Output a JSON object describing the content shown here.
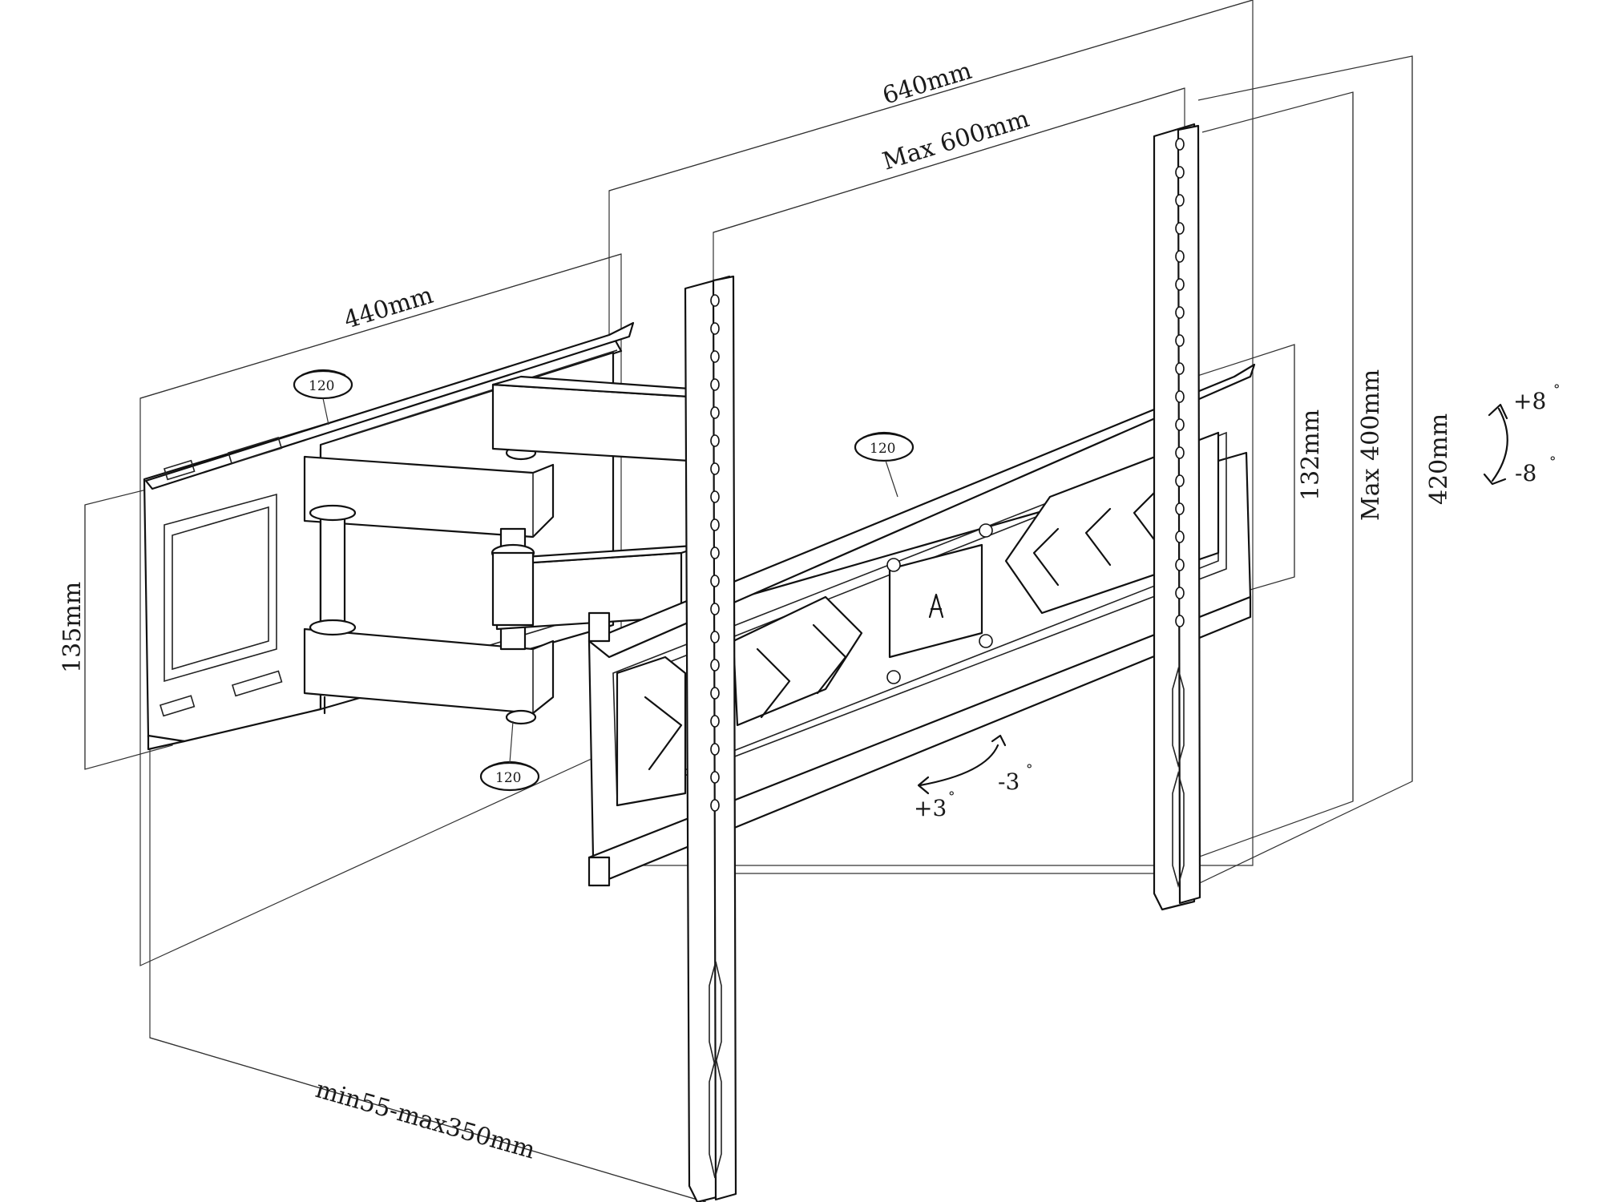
{
  "dimensions": {
    "total_width": "640mm",
    "max_width": "Max 600mm",
    "wall_plate_width": "440mm",
    "wall_plate_height": "135mm",
    "arm_height": "132mm",
    "max_height": "Max 400mm",
    "total_height": "420mm",
    "extension": "min55-max350mm"
  },
  "tilt": {
    "up": "+8",
    "down": "-8",
    "unit": "°"
  },
  "level": {
    "plus": "+3",
    "minus": "-3",
    "unit": "°"
  },
  "swivel_badges": [
    {
      "value": "120"
    },
    {
      "value": "120"
    },
    {
      "value": "120"
    }
  ],
  "colors": {
    "line": "#111111",
    "guide": "#333333",
    "background": "#ffffff"
  }
}
